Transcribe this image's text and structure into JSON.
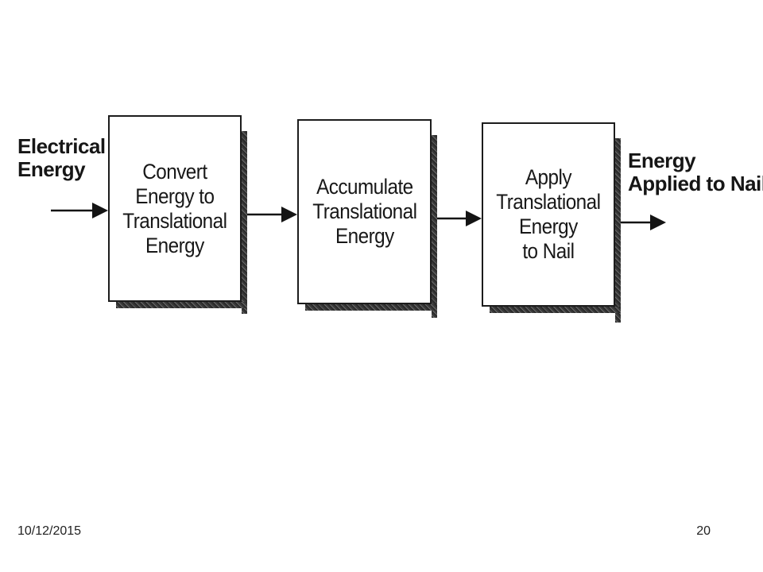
{
  "diagram": {
    "input_label": [
      "Electrical",
      "Energy"
    ],
    "output_label": [
      "Energy",
      "Applied to Nail"
    ],
    "blocks": [
      {
        "lines": [
          "Convert",
          "Energy to",
          "Translational",
          "Energy"
        ]
      },
      {
        "lines": [
          "Accumulate",
          "Translational",
          "Energy"
        ]
      },
      {
        "lines": [
          "Apply",
          "Translational",
          "Energy",
          "to Nail"
        ]
      }
    ]
  },
  "footer": {
    "date": "10/12/2015",
    "page_number": "20"
  }
}
